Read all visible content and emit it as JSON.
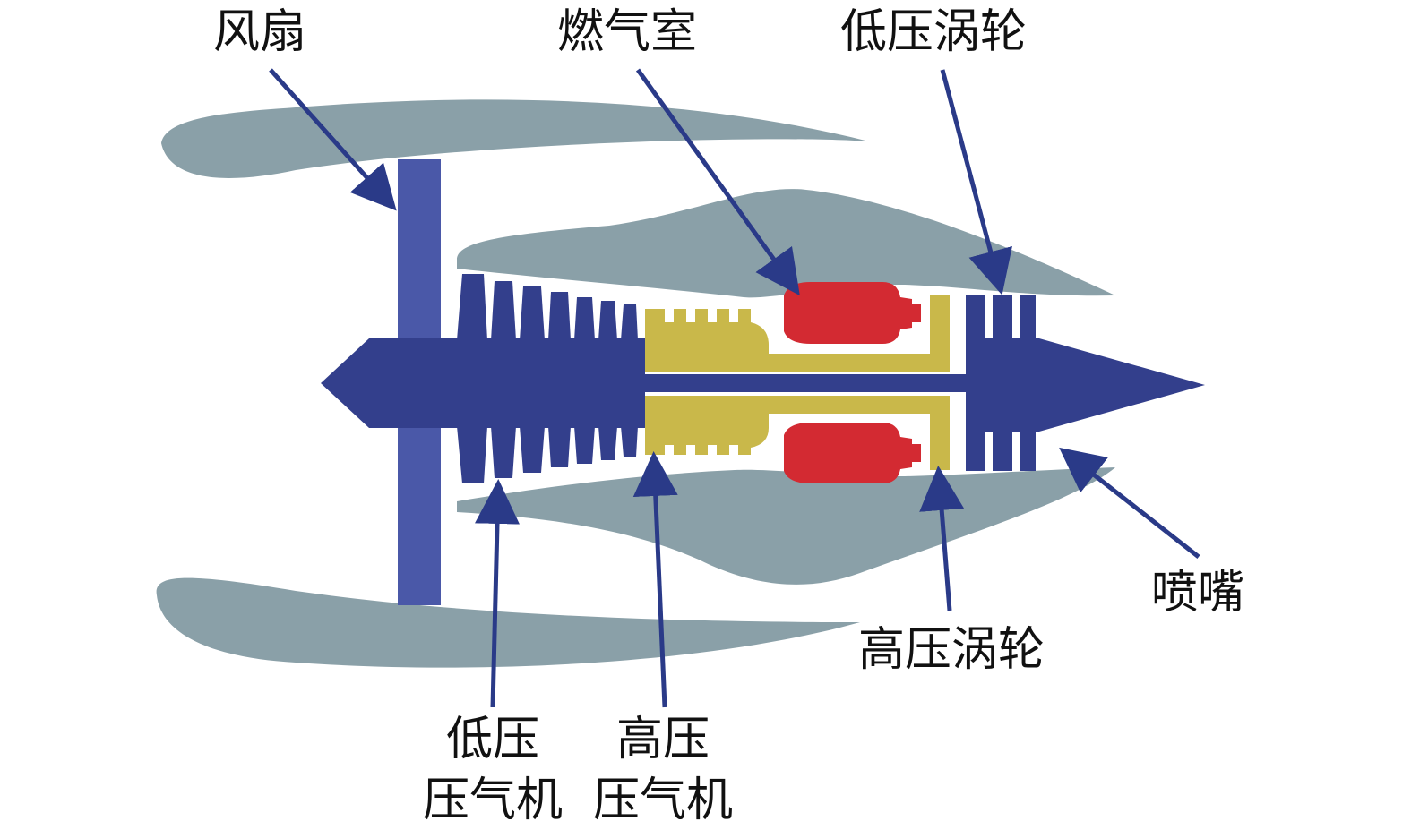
{
  "labels": {
    "fan": "风扇",
    "combustor": "燃气室",
    "lp_turbine": "低压涡轮",
    "nozzle": "喷嘴",
    "hp_turbine": "高压涡轮",
    "lp_compressor_line1": "低压",
    "lp_compressor_line2": "压气机",
    "hp_compressor_line1": "高压",
    "hp_compressor_line2": "压气机"
  },
  "colors": {
    "nacelle": "#8aa0a8",
    "shaft": "#333f8c",
    "fan": "#4a58a8",
    "hp_spool": "#c9b84a",
    "combustor": "#d32a32",
    "leader": "#2a3a88"
  }
}
